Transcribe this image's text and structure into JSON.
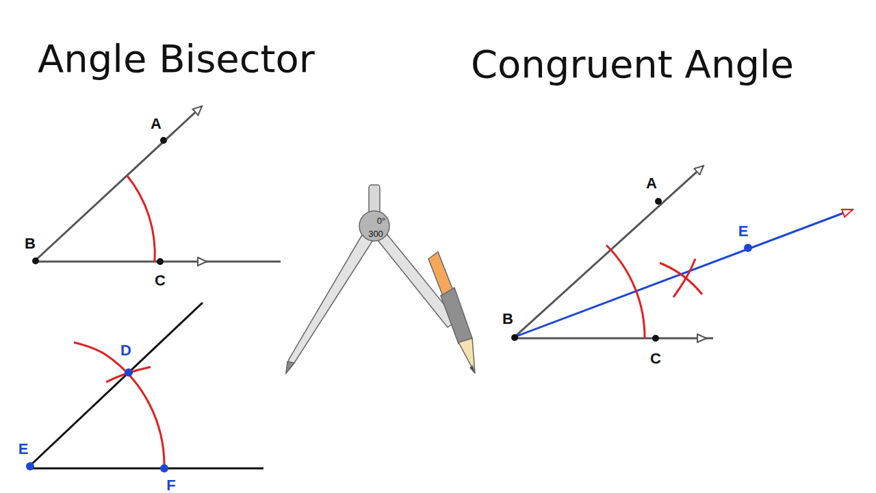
{
  "diagram": {
    "labels": [
      "Angle Bisector",
      "Congruent Angle",
      "A",
      "B",
      "C",
      "D",
      "E",
      "F",
      "0°",
      "300",
      "A",
      "E",
      "B",
      "C"
    ]
  }
}
